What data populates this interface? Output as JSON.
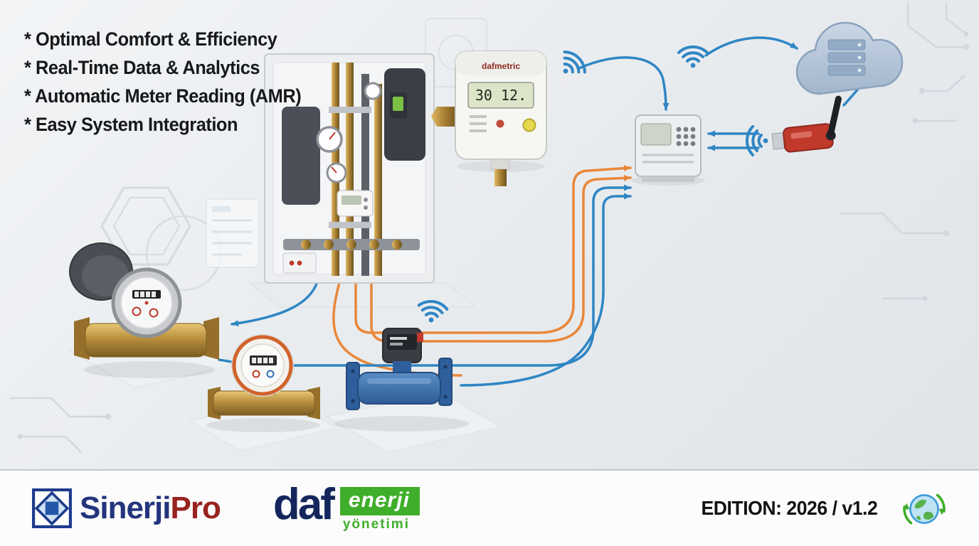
{
  "features": {
    "items": [
      "* Optimal Comfort & Efficiency",
      "* Real-Time Data & Analytics",
      "* Automatic Meter Reading (AMR)",
      "* Easy System Integration"
    ]
  },
  "illustration": {
    "heat_meter": {
      "brand": "dafmetric",
      "display": "30 12."
    },
    "icons": {
      "wifi": "wifi-arcs",
      "cloud": "cloud-server",
      "usb": "usb-wireless-dongle",
      "globe": "eco-globe-recycle"
    },
    "colors": {
      "line_blue": "#2f86c4",
      "line_orange": "#e8873a",
      "cloud": "#b9c9dc",
      "dongle_red": "#c0392b",
      "brass": "#b98f3e",
      "meter_blue": "#2e5e9c"
    }
  },
  "footer": {
    "sinerjipro_main": "Sinerji",
    "sinerjipro_accent": "Pro",
    "daf_wordmark": "daf",
    "daf_enerji": "enerji",
    "daf_yonetimi": "yönetimi",
    "edition": "EDITION: 2026 / v1.2"
  }
}
